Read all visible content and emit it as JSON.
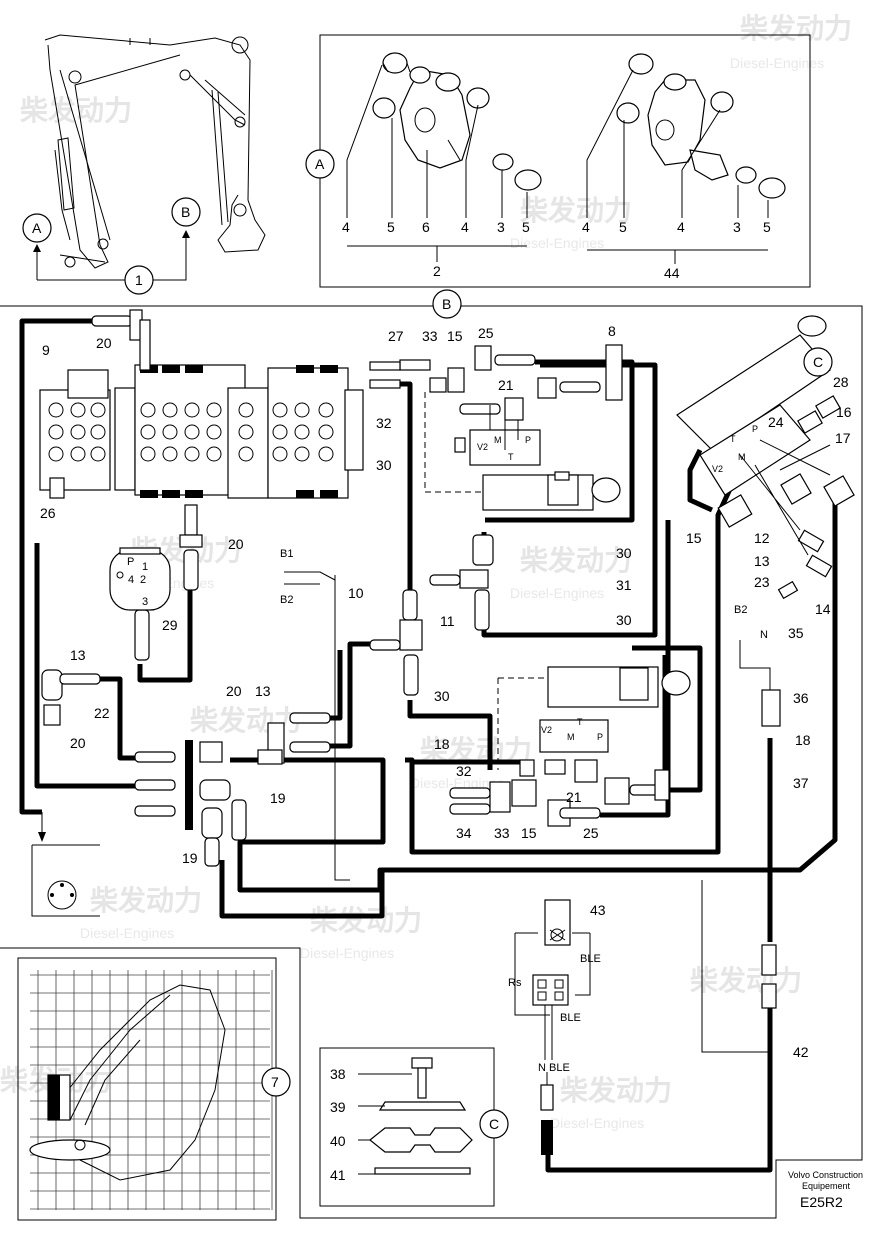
{
  "watermark": {
    "cn": "柴发动力",
    "en": "Diesel-Engines"
  },
  "callouts": {
    "view_a": "A",
    "view_b": "B",
    "view_c": "C",
    "pos_1": "1",
    "pos_7": "7"
  },
  "view_a_labels": {
    "left_group": [
      "4",
      "5",
      "6",
      "4",
      "3",
      "5"
    ],
    "left_group_ref": "2",
    "right_group": [
      "4",
      "5",
      "4",
      "3",
      "5"
    ],
    "right_group_ref": "44"
  },
  "part_numbers": {
    "p9": "9",
    "p20a": "20",
    "p27": "27",
    "p33a": "33",
    "p15a": "15",
    "p25a": "25",
    "p32a": "32",
    "p21a": "21",
    "p8": "8",
    "p30a": "30",
    "p26": "26",
    "p20b": "20",
    "p29": "29",
    "p30b": "30",
    "p31": "31",
    "p10": "10",
    "p11": "11",
    "p30c": "30",
    "p13a": "13",
    "p22": "22",
    "p20c": "20",
    "p20d": "20",
    "p13b": "13",
    "p30d": "30",
    "p18a": "18",
    "p19a": "19",
    "p19b": "19",
    "p32b": "32",
    "p34": "34",
    "p33b": "33",
    "p15b": "15",
    "p21b": "21",
    "p25b": "25",
    "p28": "28",
    "p24": "24",
    "p16": "16",
    "p17": "17",
    "p15c": "15",
    "p12": "12",
    "p13c": "13",
    "p23": "23",
    "p14": "14",
    "p35": "35",
    "p36": "36",
    "p18b": "18",
    "p37": "37",
    "p43": "43",
    "p42": "42",
    "p38": "38",
    "p39": "39",
    "p40": "40",
    "p41": "41"
  },
  "port_labels": {
    "b1": "B1",
    "b2": "B2",
    "b2c": "B2",
    "n": "N",
    "v2a": "V2",
    "ma": "M",
    "pa": "P",
    "ta": "T",
    "v2b": "V2",
    "mb": "M",
    "pb": "P",
    "tb": "T",
    "tc": "T",
    "pc": "P",
    "mc": "M",
    "v2c": "V2",
    "rs": "Rs",
    "ble1": "BLE",
    "ble2": "BLE",
    "nble": "N BLE"
  },
  "pump_ports": {
    "p": "P",
    "n1": "1",
    "n2": "2",
    "n3": "3",
    "n4": "4"
  },
  "footer": {
    "company_line1": "Volvo Construction",
    "company_line2": "Equipement",
    "code": "E25R2"
  }
}
